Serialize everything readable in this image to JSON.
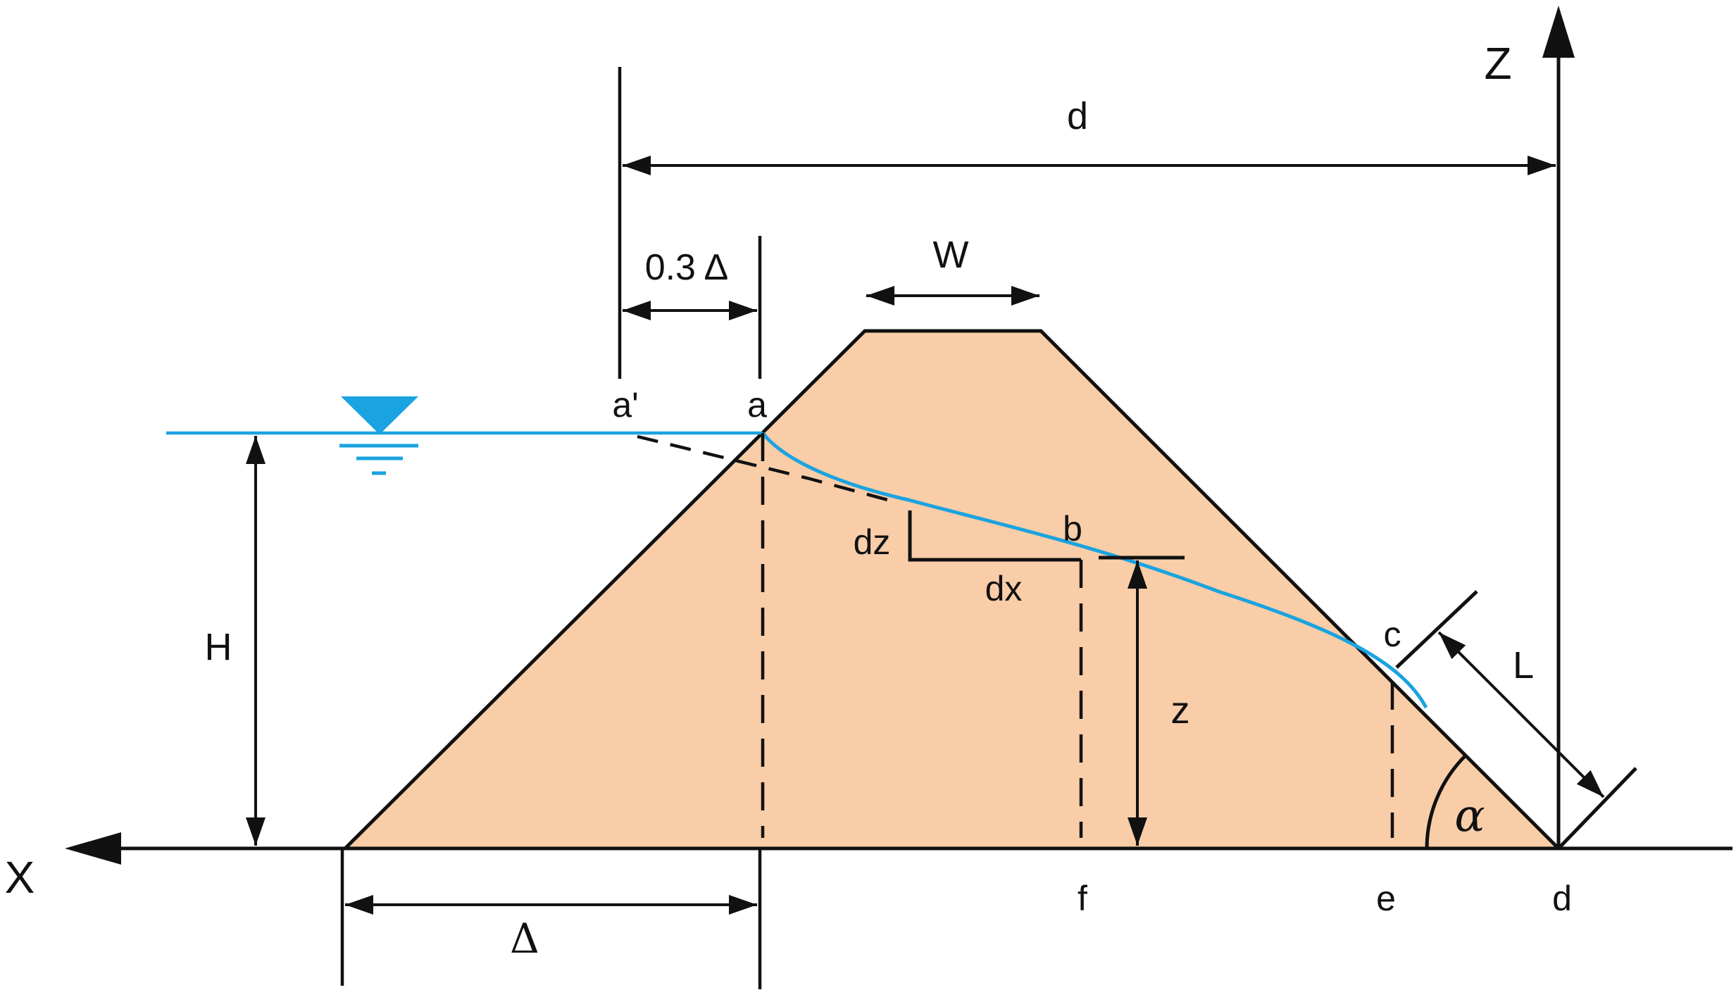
{
  "colors": {
    "dam_fill": "#F8CDA8",
    "line": "#111111",
    "water": "#1AA3E0"
  },
  "icons": {
    "water_level": "inverted-triangle-water-level-icon"
  },
  "labels": {
    "z_axis": "Z",
    "x_axis": "X",
    "d_top": "d",
    "W": "W",
    "offset": "0.3 Δ",
    "a_prime": "a'",
    "a": "a",
    "b": "b",
    "c": "c",
    "dz": "dz",
    "dx": "dx",
    "H": "H",
    "z": "z",
    "L": "L",
    "alpha": "α",
    "f": "f",
    "e": "e",
    "d_bottom": "d",
    "delta": "Δ"
  }
}
